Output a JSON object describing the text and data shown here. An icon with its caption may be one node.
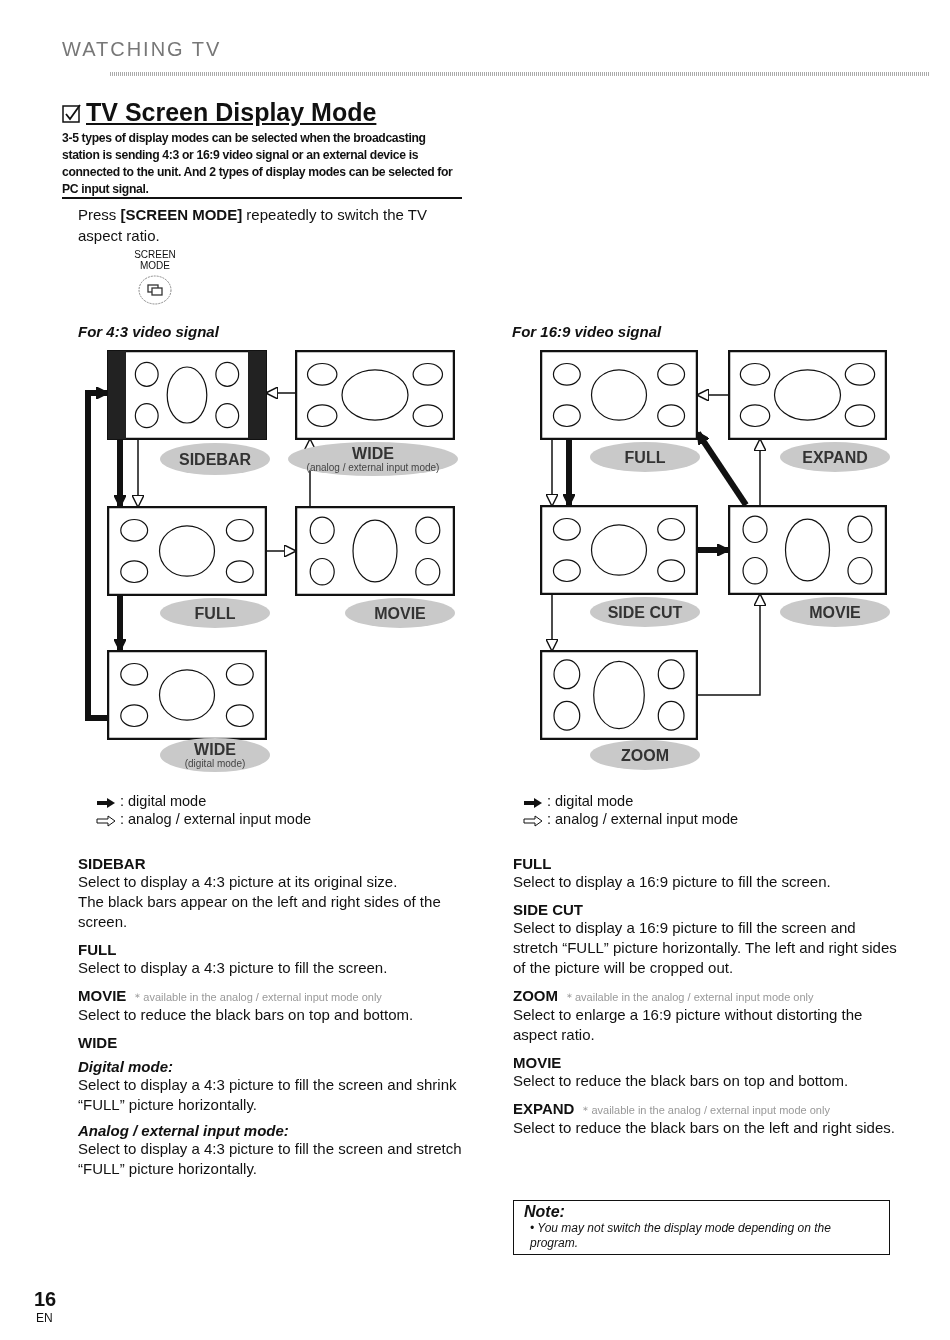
{
  "diagram": {
    "title": "TV Screen Display Mode",
    "nodes": [
      {
        "text": [],
        "shape": "picture",
        "beside": [
          "SIDEBAR"
        ]
      },
      {
        "text": [],
        "shape": "picture",
        "beside": [
          "WIDE",
          "(analog / external input mode)"
        ]
      },
      {
        "text": [],
        "shape": "picture",
        "beside": [
          "FULL"
        ]
      },
      {
        "text": [],
        "shape": "picture",
        "beside": [
          "MOVIE"
        ]
      },
      {
        "text": [],
        "shape": "picture",
        "beside": [
          "WIDE",
          "(digital mode)"
        ]
      },
      {
        "text": [],
        "shape": "picture",
        "beside": [
          "FULL"
        ]
      },
      {
        "text": [],
        "shape": "picture",
        "beside": [
          "EXPAND"
        ]
      },
      {
        "text": [],
        "shape": "picture",
        "beside": [
          "SIDE CUT"
        ]
      },
      {
        "text": [],
        "shape": "picture",
        "beside": [
          "MOVIE"
        ]
      },
      {
        "text": [],
        "shape": "picture",
        "beside": [
          "ZOOM"
        ]
      },
      {
        "text": [
          "Note:",
          "• You may not switch the display mode depending on the program."
        ]
      }
    ],
    "edges": [
      {
        "from": 0,
        "to": 2,
        "arrow": "to",
        "style": "thick"
      },
      {
        "from": 0,
        "to": 2,
        "arrow": "to"
      },
      {
        "from": 2,
        "to": 3,
        "arrow": "to"
      },
      {
        "from": 3,
        "to": 1,
        "arrow": "to"
      },
      {
        "from": 1,
        "to": 0,
        "arrow": "to"
      },
      {
        "from": 2,
        "to": 4,
        "arrow": "to",
        "style": "thick"
      },
      {
        "from": 4,
        "to": 0,
        "arrow": "to",
        "style": "thick"
      },
      {
        "from": 5,
        "to": 7,
        "arrow": "to"
      },
      {
        "from": 5,
        "to": 7,
        "arrow": "to",
        "style": "thick"
      },
      {
        "from": 7,
        "to": 8,
        "arrow": "to",
        "style": "thick"
      },
      {
        "from": 8,
        "to": 5,
        "arrow": "to",
        "style": "thick"
      },
      {
        "from": 8,
        "to": 6,
        "arrow": "to"
      },
      {
        "from": 6,
        "to": 5,
        "arrow": "to"
      },
      {
        "from": 7,
        "to": 9,
        "arrow": "to"
      },
      {
        "from": 9,
        "to": 8,
        "arrow": "to"
      }
    ],
    "labels": [
      "WATCHING TV",
      "3-5 types of display modes can be selected when the broadcasting station is sending 4:3 or 16:9 video signal or an external device is connected to the unit. And 2 types of display modes can be selected for PC input signal.",
      "Press **[SCREEN MODE]** repeatedly to switch the TV aspect ratio.",
      "SCREEN MODE",
      "For 4:3 video signal",
      "For 16:9 video signal",
      "SIDEBAR",
      "Select to display a 4:3 picture at its original size.",
      "The black bars appear on the left and right sides of the screen.",
      "FULL",
      "Select to display a 4:3 picture to fill the screen.",
      "MOVIE",
      "＊available in the analog / external input mode only",
      "Select to reduce the black bars on top and bottom.",
      "WIDE",
      "Digital mode:",
      "Select to display a 4:3 picture to fill the screen and shrink “FULL” picture horizontally.",
      "Analog / external input mode:",
      "Select to display a 4:3 picture to fill the screen and stretch “FULL” picture horizontally.",
      "FULL",
      "Select to display a 16:9 picture to fill the screen.",
      "SIDE CUT",
      "Select to display a 16:9 picture to fill the screen and stretch “FULL” picture horizontally. The left and right sides of the picture will be cropped out.",
      "ZOOM",
      "＊available in the analog / external input mode only",
      "Select to enlarge a 16:9 picture without distorting the aspect ratio.",
      "MOVIE",
      "Select to reduce the black bars on top and bottom.",
      "EXPAND",
      "＊available in the analog / external input mode only",
      "Select to reduce the black bars on the left and right sides.",
      "16",
      "EN"
    ],
    "legend": [
      {
        "text": ": digital mode"
      },
      {
        "text": ": analog / external input mode"
      },
      {
        "text": ": digital mode"
      },
      {
        "text": ": analog / external input mode"
      }
    ]
  }
}
